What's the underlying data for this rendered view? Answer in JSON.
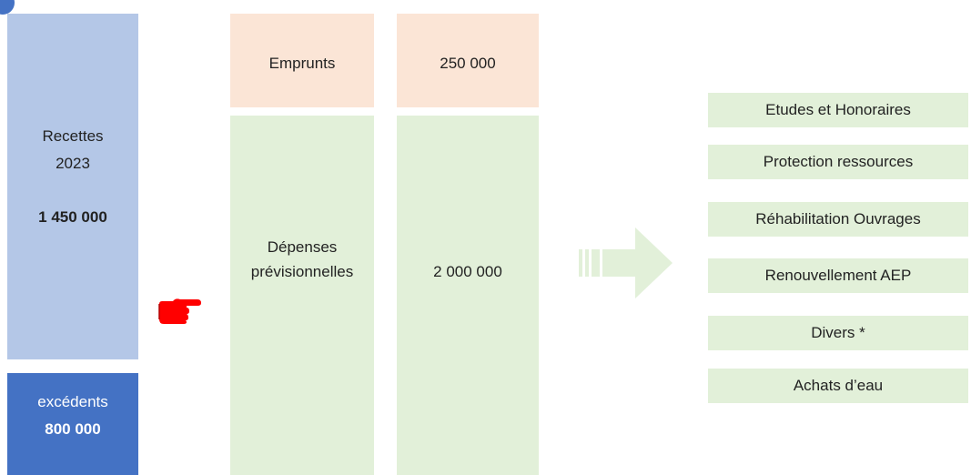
{
  "recettes": {
    "label_line1": "Recettes",
    "label_line2": "2023",
    "amount": "1 450 000"
  },
  "excedents": {
    "label": "excédents",
    "amount": "800 000"
  },
  "emprunts": {
    "label": "Emprunts",
    "amount": "250 000"
  },
  "depenses": {
    "label_line1": "Dépenses",
    "label_line2": "prévisionnelles",
    "amount": "2 000 000"
  },
  "categories": [
    "Etudes et Honoraires",
    "Protection ressources",
    "Réhabilitation Ouvrages",
    "Renouvellement AEP",
    "Divers *",
    "Achats d’eau"
  ],
  "icons": {
    "pointer": "pointing-hand-icon",
    "arrow": "striped-right-arrow-icon",
    "corner": "circle-icon"
  },
  "colors": {
    "recettes_fill": "#b4c7e7",
    "excedents_fill": "#4472c4",
    "emprunts_fill": "#fbe5d6",
    "depenses_fill": "#e2f0d9",
    "pointer": "#ff0000"
  }
}
